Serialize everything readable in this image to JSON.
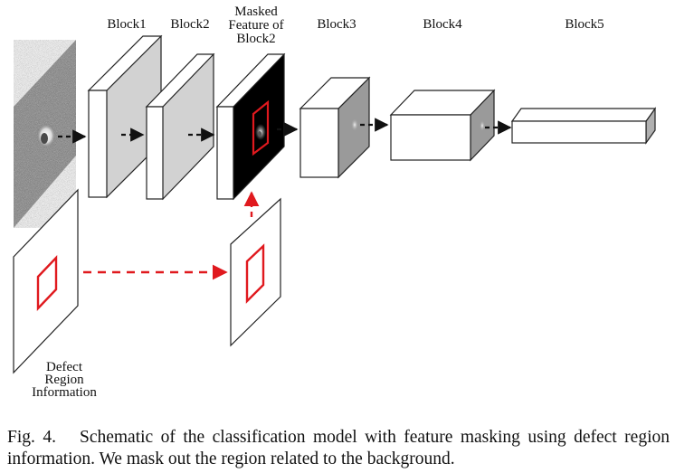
{
  "diagram": {
    "labels": {
      "block1": "Block1",
      "block2": "Block2",
      "masked_line1": "Masked",
      "masked_line2": "Feature of",
      "masked_line3": "Block2",
      "block3": "Block3",
      "block4": "Block4",
      "block5": "Block5",
      "defect_line1": "Defect",
      "defect_line2": "Region",
      "defect_line3": "Information"
    },
    "colors": {
      "block_face": "#ffffff",
      "block_top": "#ffffff",
      "block_side_light": "#c8c8c8",
      "block_side_dark": "#9a9a9a",
      "masked_side": "#000000",
      "mask_box": "#e0191e",
      "arrow": "#111111",
      "mask_arrow": "#e0191e",
      "outline": "#222222",
      "input_image": "#7d7d7d"
    }
  },
  "caption": {
    "fig_number": "Fig. 4.",
    "text": "Schematic of the classification model with feature masking using defect region information. We mask out the region related to the background."
  }
}
